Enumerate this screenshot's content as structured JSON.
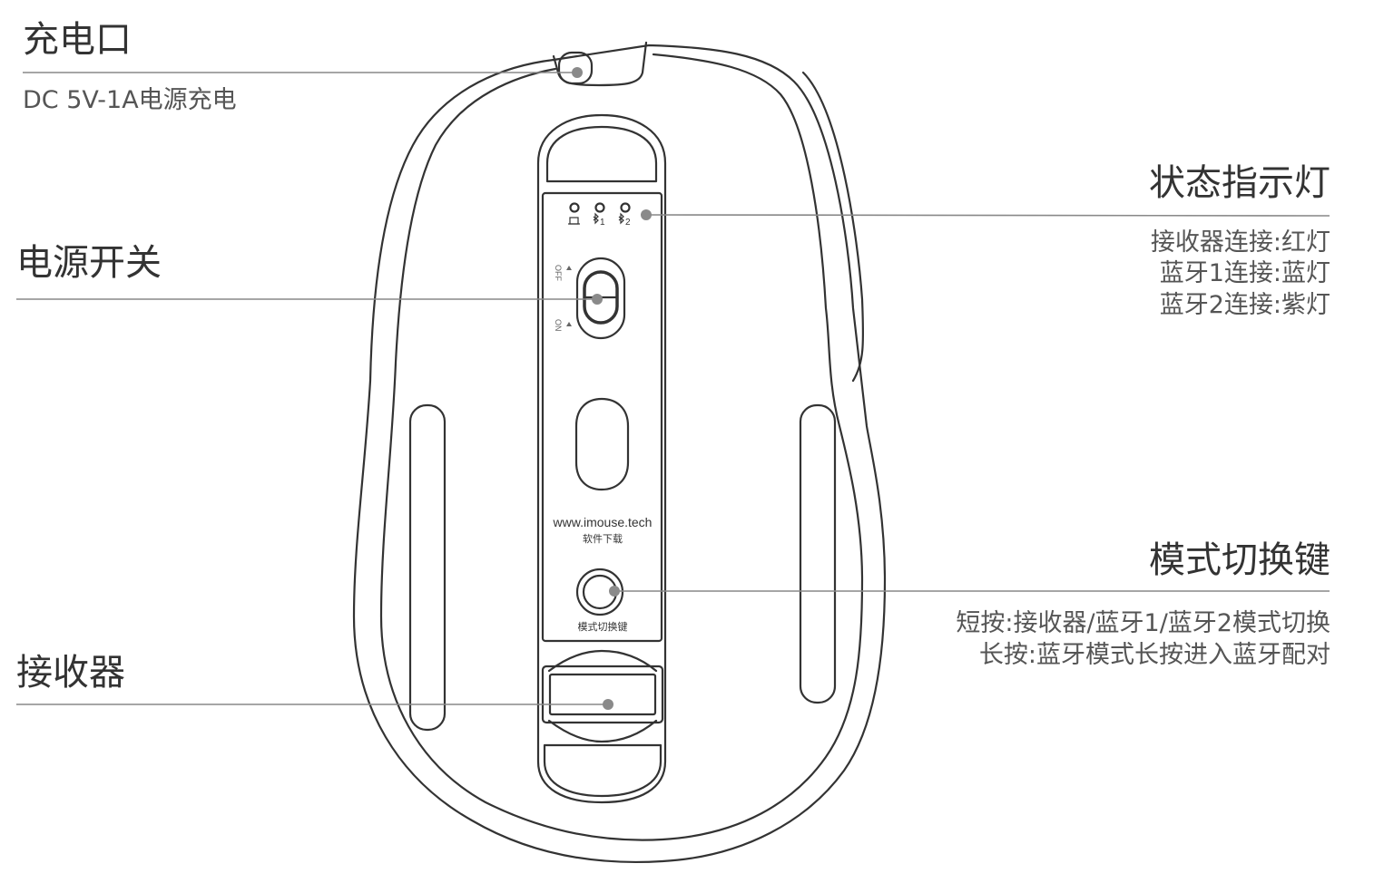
{
  "callouts": {
    "charging_port": {
      "title": "充电口",
      "lines": [
        "DC 5V-1A电源充电"
      ]
    },
    "status_indicator": {
      "title": "状态指示灯",
      "lines": [
        "接收器连接:红灯",
        "蓝牙1连接:蓝灯",
        "蓝牙2连接:紫灯"
      ]
    },
    "power_switch": {
      "title": "电源开关",
      "lines": []
    },
    "mode_switch_key": {
      "title": "模式切换键",
      "lines": [
        "短按:接收器/蓝牙1/蓝牙2模式切换",
        "长按:蓝牙模式长按进入蓝牙配对"
      ]
    },
    "receiver": {
      "title": "接收器",
      "lines": []
    }
  },
  "mouse_labels": {
    "led_labels": [
      "1",
      "2"
    ],
    "switch_off": "OFF",
    "switch_on": "ON",
    "website": "www.imouse.tech",
    "software_download": "软件下载",
    "mode_key_label": "模式切换键"
  },
  "colors": {
    "outline": "#333333",
    "leader_line": "#888888",
    "marker_dot": "#8a8a8a"
  }
}
